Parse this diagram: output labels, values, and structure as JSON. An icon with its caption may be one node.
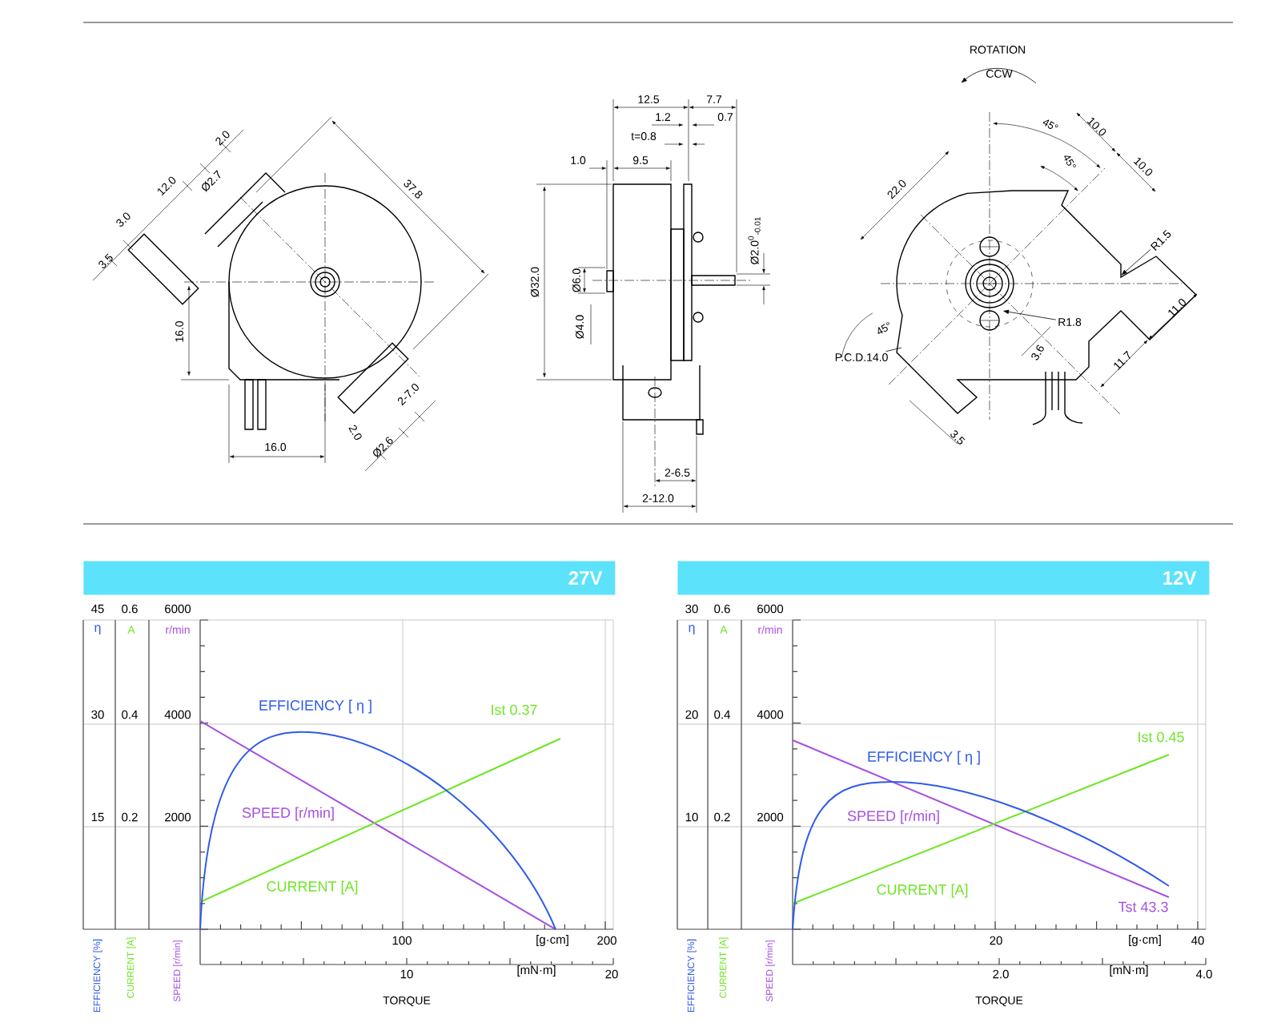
{
  "diagram": {
    "nodes": [
      {
        "text": [
          "27V"
        ]
      },
      {
        "text": [
          "12V"
        ]
      },
      {
        "text": [
          "R1.5"
        ]
      },
      {
        "text": [
          "P.C.D.14.0"
        ]
      },
      {
        "text": [
          "R1.8"
        ]
      }
    ],
    "edges": [
      {
        "from": 2,
        "to": null,
        "arrow": "to"
      },
      {
        "from": 3,
        "to": null,
        "arrow": "none"
      },
      {
        "from": 4,
        "to": null,
        "arrow": "to"
      }
    ],
    "labels": [
      "3.5",
      "3.0",
      "12.0",
      "Ø2.7",
      "2.0",
      "37.8",
      "16.0",
      "2-7.0",
      "2.0",
      "Ø2.6",
      "16.0",
      "12.5",
      "7.7",
      "1.2",
      "0.7",
      "t=0.8",
      "1.0",
      "9.5",
      "Ø32.0",
      "Ø6.0",
      "Ø4.0",
      "Ø2.0$^{0}$$_{-0.01}$",
      "2-6.5",
      "2-12.0",
      "ROTATION",
      "CCW",
      "45°",
      "10.0",
      "45°",
      "10.0",
      "22.0",
      "45°",
      "3.6",
      "11.0",
      "11.7",
      "3.5",
      "45",
      "0.6",
      "6000",
      "η",
      "A",
      "r/min",
      "30",
      "0.4",
      "4000",
      "15",
      "0.2",
      "2000",
      "EFFICIENCY [ η ]",
      "Ist 0.37",
      "SPEED [r/min]",
      "CURRENT [A]",
      "100",
      "[g·cm]",
      "200",
      "10",
      "[mN·m]",
      "20",
      "TORQUE",
      "EFFICIENCY [%]",
      "CURRENT [A]",
      "SPEED [r/min]",
      "30",
      "0.6",
      "6000",
      "η",
      "A",
      "r/min",
      "20",
      "0.4",
      "4000",
      "10",
      "0.2",
      "2000",
      "EFFICIENCY [ η ]",
      "Ist 0.45",
      "SPEED [r/min]",
      "CURRENT [A]",
      "Tst 43.3",
      "20",
      "[g·cm]",
      "40",
      "2.0",
      "[mN·m]",
      "4.0",
      "TORQUE",
      "EFFICIENCY [%]",
      "CURRENT [A]",
      "SPEED [r/min]"
    ]
  }
}
